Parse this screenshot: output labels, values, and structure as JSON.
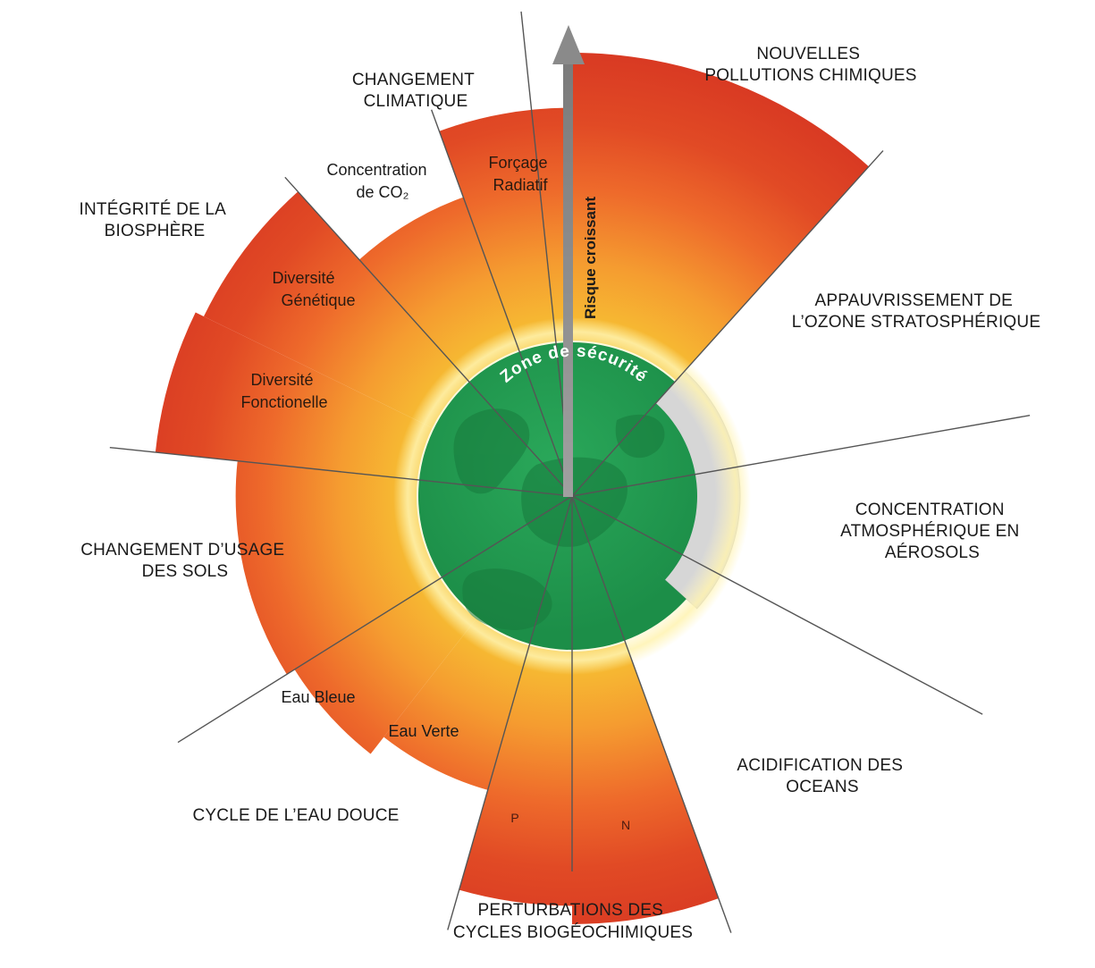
{
  "categories": {
    "climate": [
      "CHANGEMENT",
      "CLIMATIQUE"
    ],
    "novel": [
      "NOUVELLES",
      "POLLUTIONS CHIMIQUES"
    ],
    "ozone": [
      "APPAUVRISSEMENT DE",
      "L’OZONE STRATOSPHÉRIQUE"
    ],
    "aerosols": [
      "CONCENTRATION",
      "ATMOSPHÉRIQUE EN",
      "AÉROSOLS"
    ],
    "ocean": [
      "ACIDIFICATION DES",
      "OCEANS"
    ],
    "biogeo": [
      "PERTURBATIONS DES",
      "CYCLES BIOGÉOCHIMIQUES"
    ],
    "freshwater": [
      "CYCLE DE L’EAU DOUCE"
    ],
    "landuse": [
      "CHANGEMENT D’USAGE",
      "DES SOLS"
    ],
    "biosphere": [
      "INTÉGRITÉ DE LA",
      "BIOSPHÈRE"
    ]
  },
  "sub_labels": {
    "co2": [
      "Concentration",
      "de CO₂"
    ],
    "forcing": [
      "Forçage",
      "Radiatif"
    ],
    "genetic": [
      "Diversité",
      "Génétique"
    ],
    "functional": [
      "Diversité",
      "Fonctionelle"
    ],
    "blue_water": "Eau Bleue",
    "green_water": "Eau Verte",
    "phosphorus": "P",
    "nitrogen": "N"
  },
  "center_label": "Zone de sécurité",
  "axis_label": "Risque croissant",
  "colors": {
    "safe_zone": "#1f9a4f",
    "safe_zone_dark": "#177a3d",
    "inner_yellow": "#f6c233",
    "mid_orange": "#f2952e",
    "outer_red": "#dd3c25",
    "arrow_grey": "#8a8a8a",
    "unknown_grey": "#d6d6d6"
  },
  "sectors": [
    {
      "id": "novel-entities",
      "level": 0.93
    },
    {
      "id": "ozone",
      "level": 0.0
    },
    {
      "id": "aerosols",
      "level": 0.0
    },
    {
      "id": "ocean",
      "level": 0.0
    },
    {
      "id": "nitrogen",
      "level": 0.88
    },
    {
      "id": "phosphorus",
      "level": 0.82
    },
    {
      "id": "green-water",
      "level": 0.48
    },
    {
      "id": "blue-water",
      "level": 0.55
    },
    {
      "id": "land-use",
      "level": 0.58
    },
    {
      "id": "functional-diversity",
      "level": 0.85
    },
    {
      "id": "genetic-diversity",
      "level": 0.82
    },
    {
      "id": "co2",
      "level": 0.52
    },
    {
      "id": "radiative-forcing",
      "level": 0.75
    }
  ]
}
